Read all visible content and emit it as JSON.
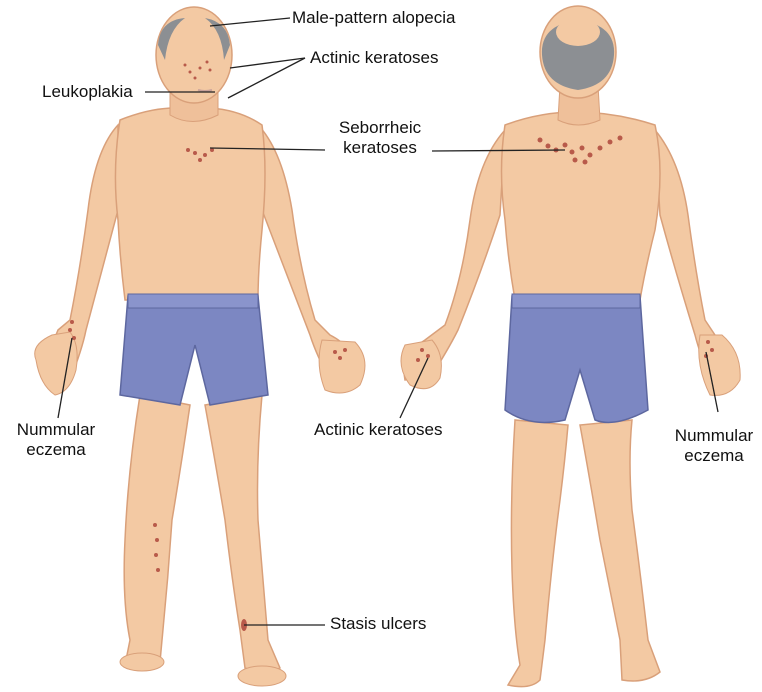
{
  "labels": {
    "male_pattern_alopecia": "Male-pattern alopecia",
    "actinic_keratoses_face": "Actinic keratoses",
    "leukoplakia": "Leukoplakia",
    "seborrheic_line1": "Seborrheic",
    "seborrheic_line2": "keratoses",
    "nummular_left_line1": "Nummular",
    "nummular_left_line2": "eczema",
    "actinic_keratoses_hand": "Actinic keratoses",
    "nummular_right_line1": "Nummular",
    "nummular_right_line2": "eczema",
    "stasis_ulcers": "Stasis ulcers"
  },
  "colors": {
    "skin": "#f3c9a3",
    "skin_shadow": "#d9a07a",
    "hair_gray": "#8c8f93",
    "shorts": "#7c87c2",
    "shorts_shadow": "#5d679f",
    "lesion": "#b85a4a",
    "leader_line": "#222222"
  }
}
